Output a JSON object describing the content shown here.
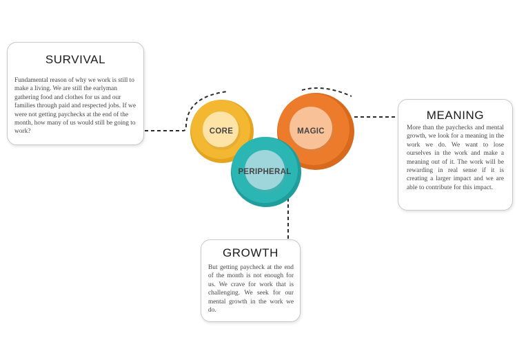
{
  "cards": {
    "survival": {
      "title": "SURVIVAL",
      "body": "Fundamental reason of why we work is still to make a living. We are still the earlyman gathering food and clothes for us and our families through paid and respected jobs. If we were not getting paychecks at the end of the month, how many of us would still be going to work?"
    },
    "meaning": {
      "title": "MEANING",
      "body": "More than the paychecks and mental growth, we look for a meaning in the work we do. We want to lose ourselves in the work and make a meaning out of it. The work will be rewarding in real sense if it is creating a larger impact and we are able to contribute for this impact."
    },
    "growth": {
      "title": "GROWTH",
      "body": "But getting paycheck at the end of the month is not enough for us. We crave for work that is challenging. We seek for our mental growth in the work we do."
    }
  },
  "circles": {
    "core": {
      "label": "CORE",
      "outer_color": "#f4b731",
      "inner_color": "#fde3a6"
    },
    "magic": {
      "label": "MAGIC",
      "outer_color": "#ec7c2c",
      "inner_color": "#f9c197"
    },
    "peripheral": {
      "label": "PERIPHERAL",
      "outer_color": "#2bb6b4",
      "inner_color": "#9ed6db"
    }
  }
}
